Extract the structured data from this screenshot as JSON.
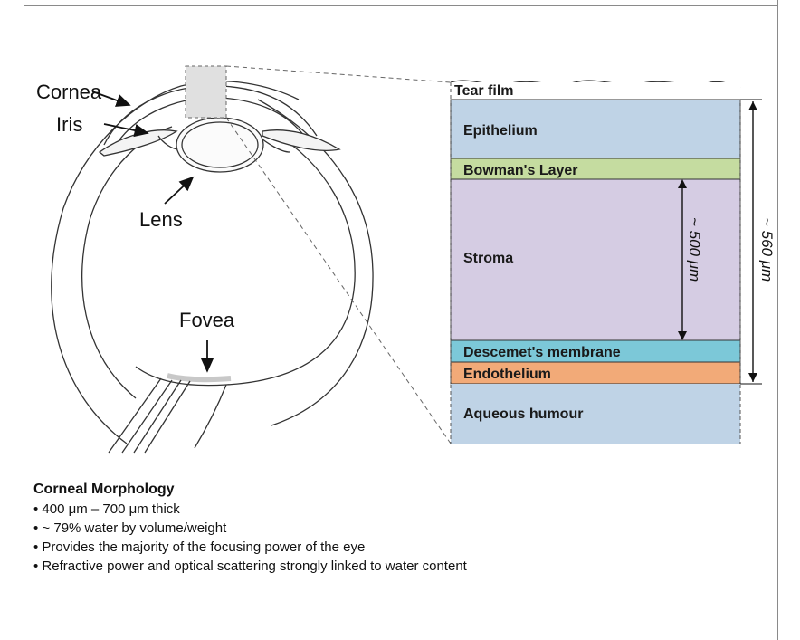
{
  "eye_labels": {
    "cornea": "Cornea",
    "iris": "Iris",
    "lens": "Lens",
    "fovea": "Fovea"
  },
  "layers": [
    {
      "label": "Tear film",
      "color": "#ffffff"
    },
    {
      "label": "Epithelium",
      "color": "#bfd3e6"
    },
    {
      "label": "Bowman's Layer",
      "color": "#c5dca0"
    },
    {
      "label": "Stroma",
      "color": "#d5cce3"
    },
    {
      "label": "Descemet's membrane",
      "color": "#7cc8d8"
    },
    {
      "label": "Endothelium",
      "color": "#f2aa78"
    },
    {
      "label": "Aqueous humour",
      "color": "#bfd3e6"
    }
  ],
  "dimensions": {
    "stroma": "~ 500 μm",
    "total": "~ 560 μm"
  },
  "caption": {
    "title": "Corneal Morphology",
    "bullets": [
      "400 μm – 700 μm thick",
      "~ 79% water by volume/weight",
      "Provides the majority of the focusing power of the eye",
      "Refractive power and optical scattering strongly linked to water content"
    ]
  }
}
